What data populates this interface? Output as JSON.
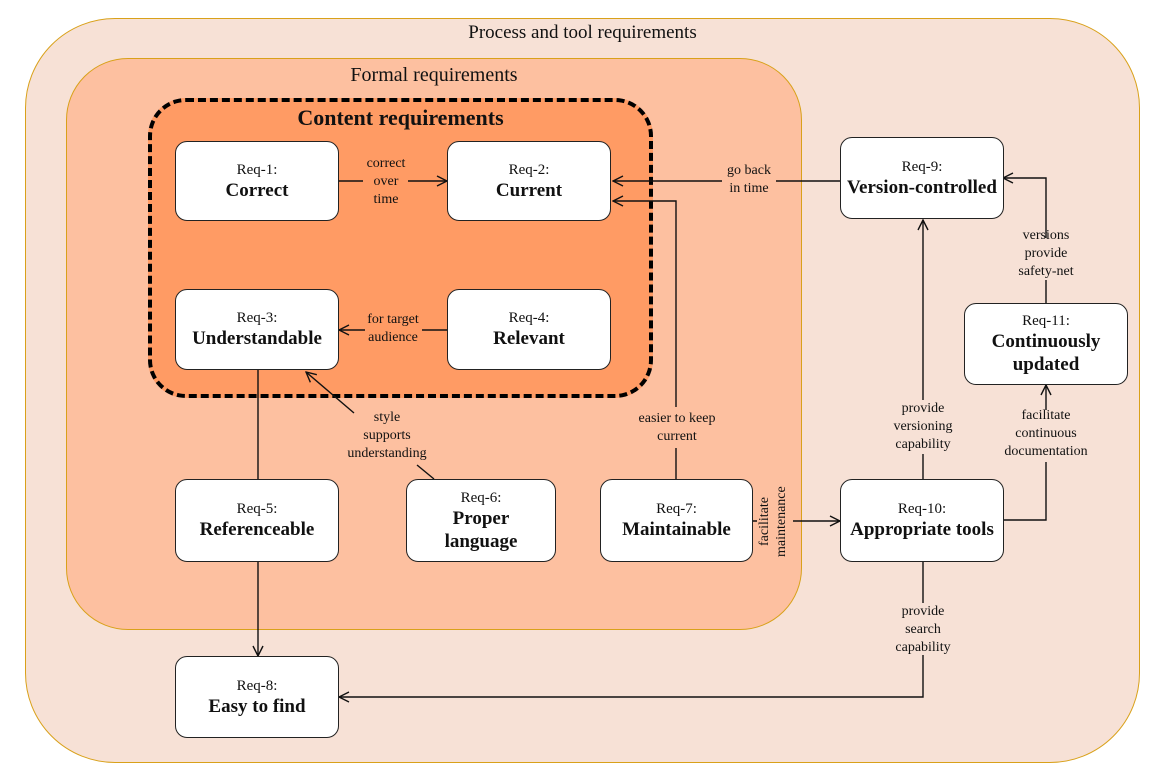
{
  "containers": {
    "outer": "Process and tool requirements",
    "formal": "Formal requirements",
    "content": "Content requirements"
  },
  "nodes": {
    "req1": {
      "id": "Req-1:",
      "name": "Correct"
    },
    "req2": {
      "id": "Req-2:",
      "name": "Current"
    },
    "req3": {
      "id": "Req-3:",
      "name": "Understandable"
    },
    "req4": {
      "id": "Req-4:",
      "name": "Relevant"
    },
    "req5": {
      "id": "Req-5:",
      "name": "Referenceable"
    },
    "req6": {
      "id": "Req-6:",
      "name": "Proper language"
    },
    "req7": {
      "id": "Req-7:",
      "name": "Maintainable"
    },
    "req8": {
      "id": "Req-8:",
      "name": "Easy to find"
    },
    "req9": {
      "id": "Req-9:",
      "name": "Version-controlled"
    },
    "req10": {
      "id": "Req-10:",
      "name": "Appropriate tools"
    },
    "req11": {
      "id": "Req-11:",
      "name": "Continuously updated"
    }
  },
  "edges": {
    "e1_2": {
      "from": "Req-1",
      "to": "Req-2",
      "label": "correct over time"
    },
    "e4_3": {
      "from": "Req-4",
      "to": "Req-3",
      "label": "for target audience"
    },
    "e6_3": {
      "from": "Req-6",
      "to": "Req-3",
      "label": "style supports understanding"
    },
    "e7_2": {
      "from": "Req-7",
      "to": "Req-2",
      "label": "easier to keep current"
    },
    "e9_2": {
      "from": "Req-9",
      "to": "Req-2",
      "label": "go back in time"
    },
    "e7_10": {
      "from": "Req-7",
      "to": "Req-10",
      "label": "facilitate maintenance"
    },
    "e10_9": {
      "from": "Req-10",
      "to": "Req-9",
      "label": "provide versioning capability"
    },
    "e11_9": {
      "from": "Req-11",
      "to": "Req-9",
      "label": "versions provide safety-net"
    },
    "e10_11": {
      "from": "Req-10",
      "to": "Req-11",
      "label": "facilitate continuous documentation"
    },
    "e10_8": {
      "from": "Req-10",
      "to": "Req-8",
      "label": "provide search capability"
    },
    "e5_8": {
      "from": "Req-5",
      "to": "Req-8",
      "label": ""
    }
  },
  "labels": {
    "e1_2": [
      "correct",
      "over",
      "time"
    ],
    "e4_3": [
      "for target",
      "audience"
    ],
    "e6_3": [
      "style",
      "supports",
      "understanding"
    ],
    "e7_2": [
      "easier to keep",
      "current"
    ],
    "e9_2": [
      "go back",
      "in time"
    ],
    "e7_10": [
      "facilitate",
      "maintenance"
    ],
    "e10_9": [
      "provide",
      "versioning",
      "capability"
    ],
    "e11_9": [
      "versions",
      "provide",
      "safety-net"
    ],
    "e10_11": [
      "facilitate",
      "continuous",
      "documentation"
    ],
    "e10_8": [
      "provide",
      "search",
      "capability"
    ]
  },
  "colors": {
    "outer_fill": "#f7e1d6",
    "formal_fill": "#fdc0a0",
    "content_fill": "#ff9b64",
    "container_border": "#d9a11a"
  }
}
